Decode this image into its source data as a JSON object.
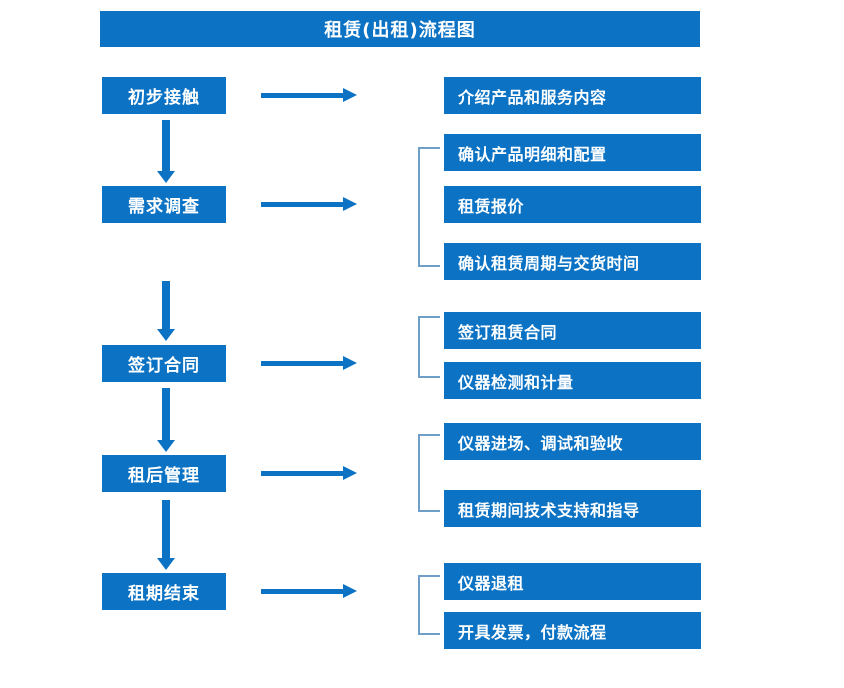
{
  "title": "租赁(出租)流程图",
  "theme": {
    "primary": "#0b72c4",
    "bracket": "#6f9fc8",
    "background": "#ffffff",
    "text_on_primary": "#ffffff"
  },
  "stages": [
    {
      "label": "初步接触"
    },
    {
      "label": "需求调查"
    },
    {
      "label": "签订合同"
    },
    {
      "label": "租后管理"
    },
    {
      "label": "租期结束"
    }
  ],
  "details": [
    {
      "label": "介绍产品和服务内容"
    },
    {
      "label": "确认产品明细和配置"
    },
    {
      "label": "租赁报价"
    },
    {
      "label": "确认租赁周期与交货时间"
    },
    {
      "label": "签订租赁合同"
    },
    {
      "label": "仪器检测和计量"
    },
    {
      "label": "仪器进场、调试和验收"
    },
    {
      "label": "租赁期间技术支持和指导"
    },
    {
      "label": "仪器退租"
    },
    {
      "label": "开具发票，付款流程"
    }
  ],
  "connectors": {
    "horizontal_arrow_count": 5,
    "vertical_arrow_count": 4,
    "bracket_count": 4
  }
}
